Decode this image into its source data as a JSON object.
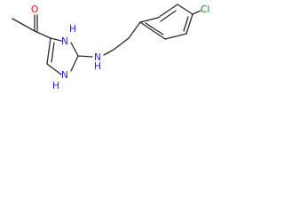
{
  "molecule": {
    "atoms": {
      "oxygen": "O",
      "nh_upper": "H",
      "n_upper": "N",
      "nh_lower": "H",
      "n_lower": "N",
      "amine_nh": "H",
      "amine_n": "N",
      "chlorine": "Cl"
    },
    "colors": {
      "bond": "#2b2b2b",
      "nitrogen": "#2020e0",
      "oxygen": "#e01010",
      "chlorine": "#1e8a1e",
      "background": "#ffffff"
    }
  }
}
